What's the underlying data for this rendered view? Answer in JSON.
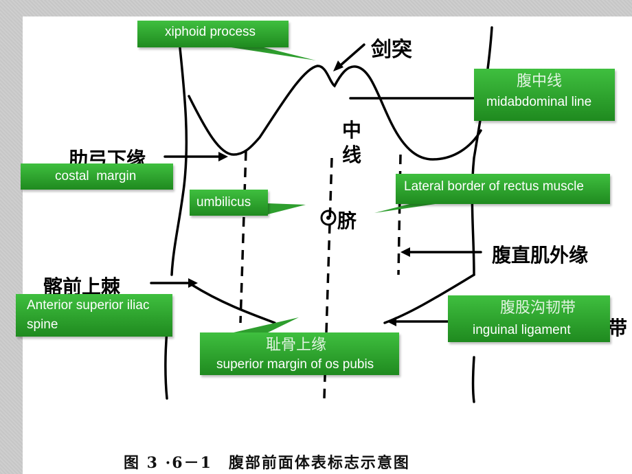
{
  "figure": {
    "caption": "图 3 ·6－1　腹部前面体表标志示意图",
    "chinese_labels": {
      "xiphoid": "剑突",
      "midline": "中线",
      "costal": "肋弓下缘",
      "umbilicus": "脐",
      "rectus": "腹直肌外缘",
      "iliac": "髂前上棘",
      "inguinal_tail": "带"
    }
  },
  "callouts": {
    "xiphoid": {
      "en": "xiphoid process"
    },
    "midline": {
      "cn": "腹中线",
      "en": "midabdominal line"
    },
    "costal": {
      "en": "costal  margin"
    },
    "umbilicus": {
      "en": "umbilicus"
    },
    "rectus": {
      "en": "Lateral border of rectus muscle"
    },
    "iliac": {
      "en": "Anterior superior iliac spine"
    },
    "inguinal": {
      "cn": "腹股沟韧带",
      "en": "inguinal ligament"
    },
    "pubis": {
      "cn": "耻骨上缘",
      "en": "superior margin of os pubis"
    }
  },
  "colors": {
    "label_green": "#2e9e2e",
    "ink": "#000000",
    "background": "#c9c9c9"
  }
}
